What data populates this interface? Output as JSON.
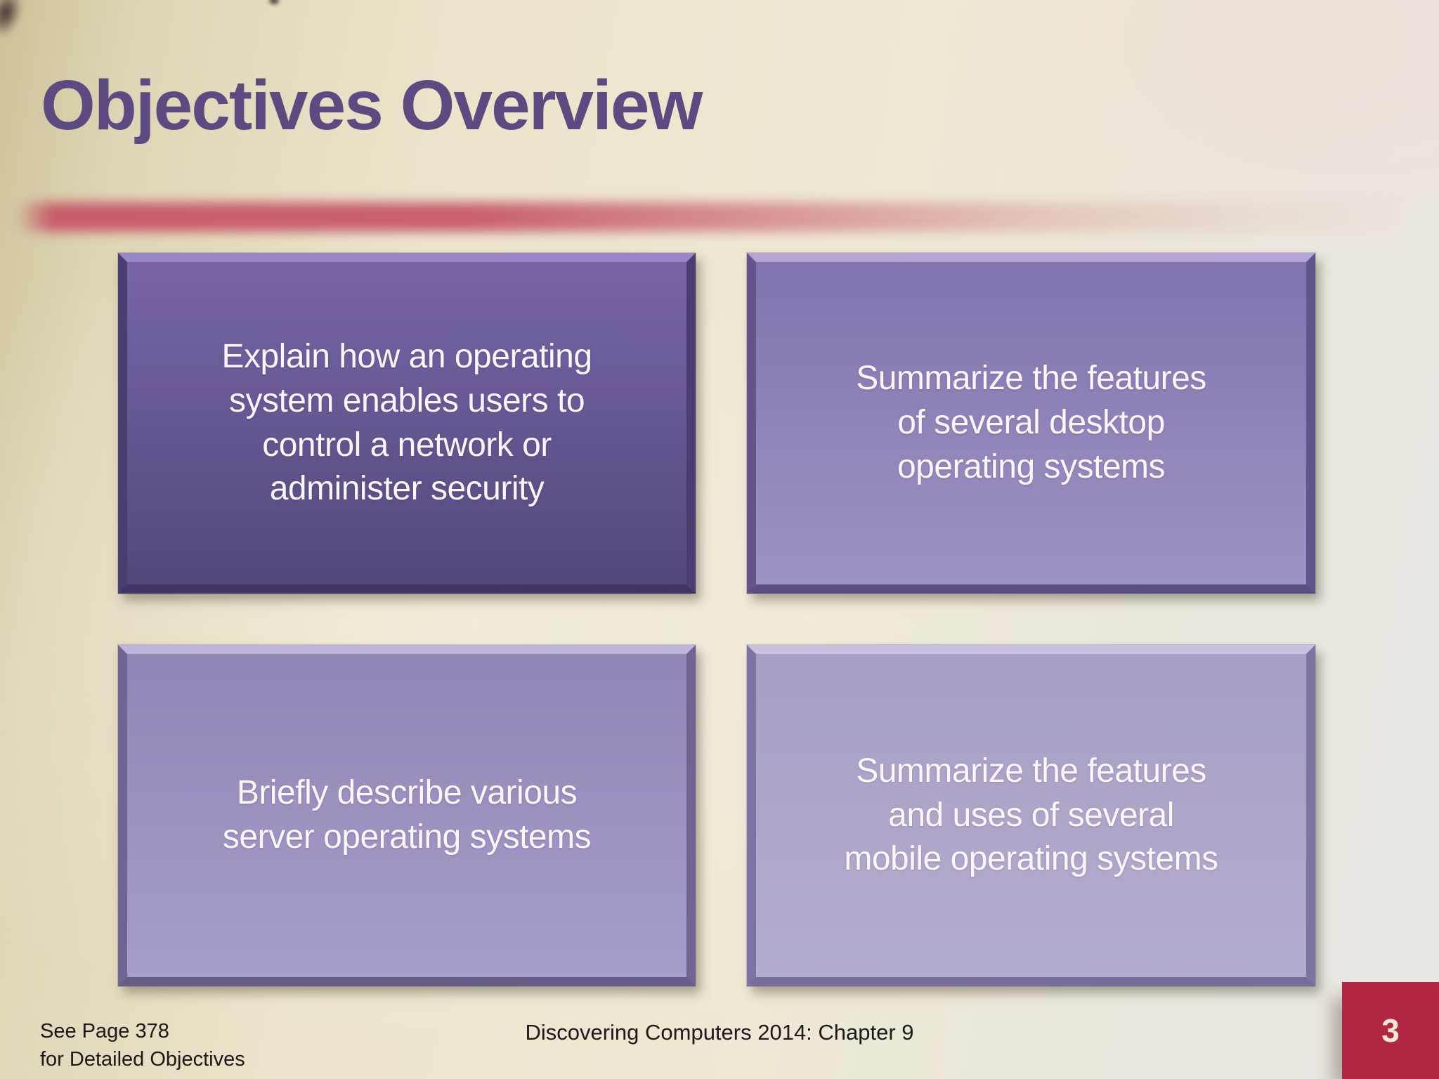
{
  "slide": {
    "title": "Objectives Overview",
    "objectives": [
      {
        "text": "Explain how an operating system enables users to control a network or administer security",
        "fill_top": "#7765a8",
        "fill_bottom": "#55477a"
      },
      {
        "text": "Summarize the features of several desktop operating systems",
        "fill_top": "#8373ae",
        "fill_bottom": "#9d93c2"
      },
      {
        "text": "Briefly describe various server operating systems",
        "fill_top": "#9285b5",
        "fill_bottom": "#a69dc9"
      },
      {
        "text": "Summarize the features and uses of several mobile operating systems",
        "fill_top": "#a99fc6",
        "fill_bottom": "#b3abcc"
      }
    ],
    "footer": {
      "note_line1": "See Page 378",
      "note_line2": "for Detailed Objectives",
      "center": "Discovering Computers 2014: Chapter 9",
      "page_number": "3"
    },
    "colors": {
      "background_left": "#cdc298",
      "background_center": "#eee8d3",
      "background_right": "#e9e7e3",
      "title_text": "#5c4b80",
      "accent_ribbon_red": "#c44d62",
      "box_text": "#faf7fb",
      "footer_text": "#1c1a18",
      "page_box_bg": "#b12545",
      "page_number_text": "#f5ead0"
    }
  }
}
